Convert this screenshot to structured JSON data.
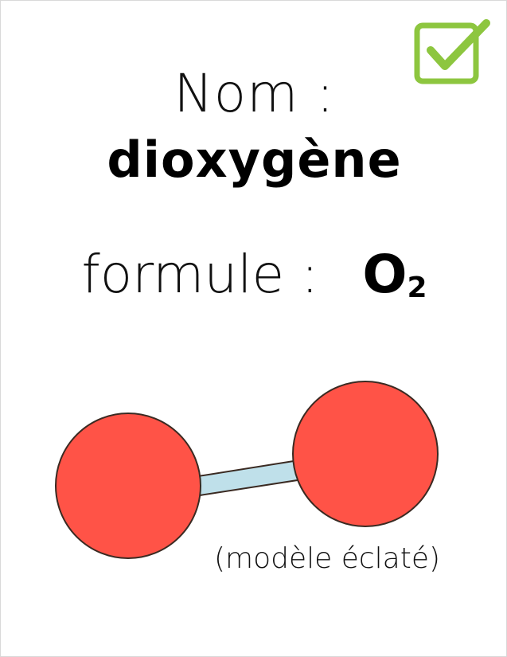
{
  "card": {
    "name_label": "Nom :",
    "name_value": "dioxygène",
    "formula_label": "formule :",
    "formula_symbol": "O",
    "formula_subscript": "2",
    "caption": "(modèle éclaté)"
  },
  "icons": {
    "check": "checkbox-checked-icon"
  },
  "colors": {
    "atom_fill": "#FF5347",
    "atom_stroke": "#3a2a22",
    "bond_fill": "#BFE0EA",
    "check_green": "#8DC63F"
  }
}
